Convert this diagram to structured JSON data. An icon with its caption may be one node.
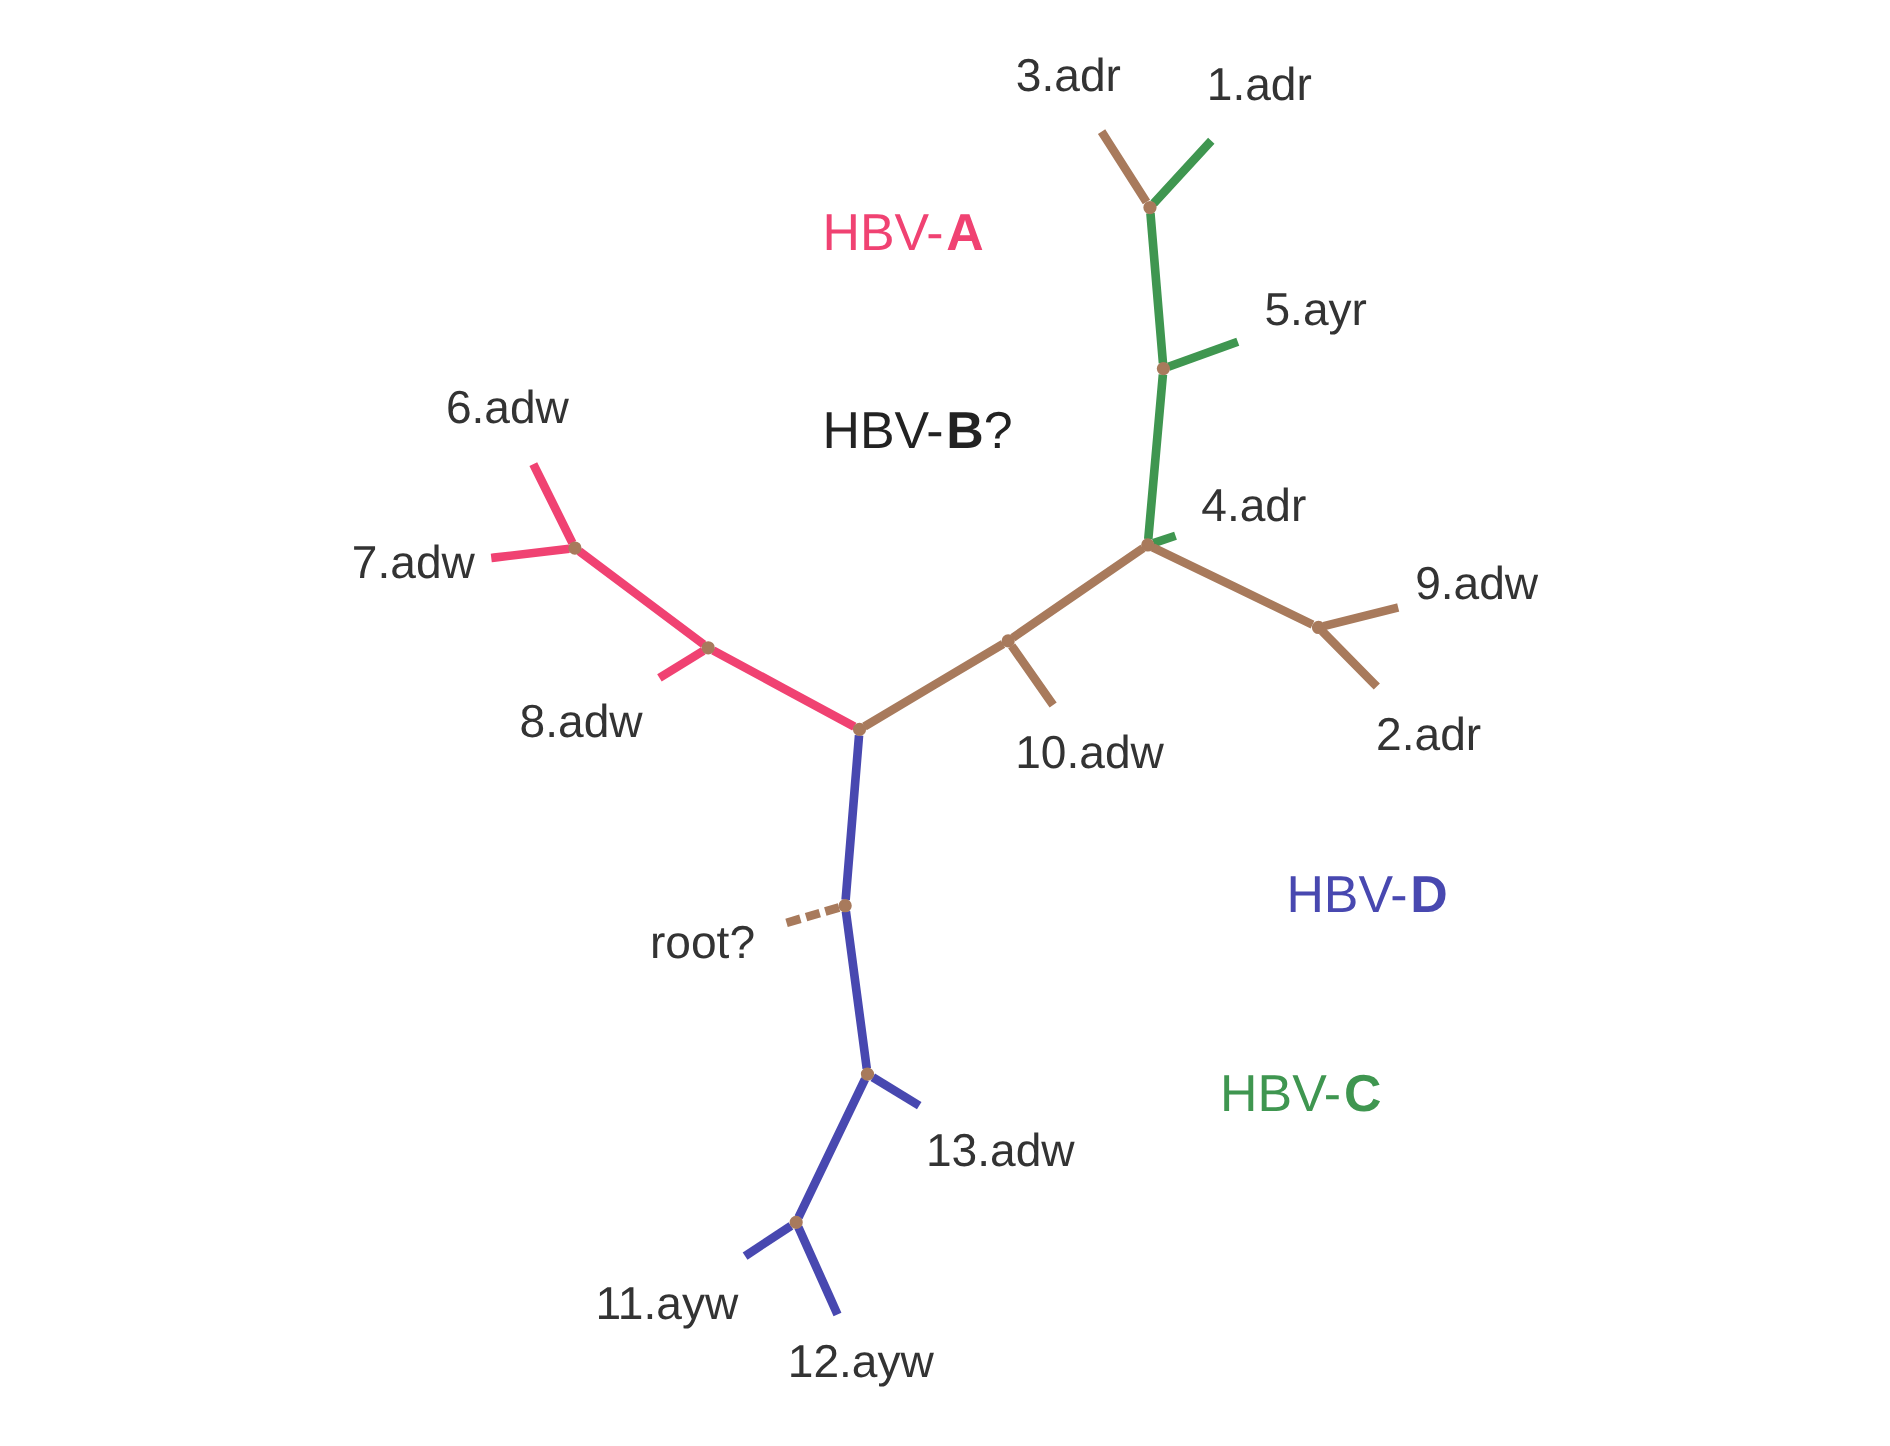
{
  "diagram": {
    "nodes": [
      {
        "text": [
          "11.ayw"
        ]
      },
      {
        "text": [
          "12.ayw"
        ]
      },
      {
        "text": [
          "8.adw"
        ]
      },
      {
        "text": [
          "6.adw"
        ]
      },
      {
        "text": [
          "13.adw"
        ]
      },
      {
        "text": [
          "7.adw"
        ]
      },
      {
        "text": [
          "10.adw"
        ]
      },
      {
        "text": [
          "root?"
        ]
      },
      {
        "text": [
          "2.adr"
        ]
      },
      {
        "text": [
          "9.adw"
        ]
      },
      {
        "text": [
          "1.adr"
        ]
      },
      {
        "text": [
          "3.adr"
        ]
      },
      {
        "text": [
          "5.ayr"
        ]
      },
      {
        "text": [
          "4.adr"
        ]
      },
      {
        "text": [],
        "shape": "point"
      },
      {
        "text": [],
        "shape": "point"
      },
      {
        "text": [],
        "shape": "point"
      },
      {
        "text": [],
        "shape": "point"
      },
      {
        "text": [],
        "shape": "point"
      },
      {
        "text": [],
        "shape": "point"
      },
      {
        "text": [],
        "shape": "point"
      },
      {
        "text": [],
        "shape": "point"
      },
      {
        "text": [],
        "shape": "point"
      },
      {
        "text": [],
        "shape": "point"
      },
      {
        "text": [],
        "shape": "point"
      }
    ],
    "edges": [
      {
        "from": 0,
        "to": 14,
        "arrow": "none",
        "color": "#4848b0"
      },
      {
        "from": 1,
        "to": 14,
        "arrow": "none",
        "color": "#4848b0"
      },
      {
        "from": 14,
        "to": 16,
        "arrow": "none",
        "color": "#4848b0"
      },
      {
        "from": 4,
        "to": 16,
        "arrow": "none",
        "color": "#4848b0"
      },
      {
        "from": 16,
        "to": 18,
        "arrow": "none",
        "color": "#4848b0"
      },
      {
        "from": 18,
        "to": 19,
        "arrow": "none",
        "color": "#4848b0"
      },
      {
        "from": 3,
        "to": 15,
        "arrow": "none",
        "color": "#f04272"
      },
      {
        "from": 5,
        "to": 15,
        "arrow": "none",
        "color": "#f04272"
      },
      {
        "from": 15,
        "to": 17,
        "arrow": "none",
        "color": "#f04272"
      },
      {
        "from": 2,
        "to": 17,
        "arrow": "none",
        "color": "#f04272"
      },
      {
        "from": 17,
        "to": 19,
        "arrow": "none",
        "color": "#f04272"
      },
      {
        "from": 19,
        "to": 20,
        "arrow": "none"
      },
      {
        "from": 20,
        "to": 6,
        "arrow": "none"
      },
      {
        "from": 20,
        "to": 22,
        "arrow": "none"
      },
      {
        "from": 22,
        "to": 21,
        "arrow": "none"
      },
      {
        "from": 21,
        "to": 8,
        "arrow": "none"
      },
      {
        "from": 21,
        "to": 9,
        "arrow": "none"
      },
      {
        "from": 24,
        "to": 11,
        "arrow": "none"
      },
      {
        "from": 18,
        "to": 7,
        "arrow": "none",
        "style": "dashed"
      },
      {
        "from": 22,
        "to": 13,
        "arrow": "none",
        "color": "#3f9650"
      },
      {
        "from": 22,
        "to": 23,
        "arrow": "none",
        "color": "#3f9650"
      },
      {
        "from": 23,
        "to": 12,
        "arrow": "none",
        "color": "#3f9650"
      },
      {
        "from": 23,
        "to": 24,
        "arrow": "none",
        "color": "#3f9650"
      },
      {
        "from": 24,
        "to": 10,
        "arrow": "none",
        "color": "#3f9650"
      }
    ],
    "labels": [
      "HBV-**D**",
      "HBV-**A**",
      "HBV-**B**?",
      "HBV-**C**"
    ]
  }
}
